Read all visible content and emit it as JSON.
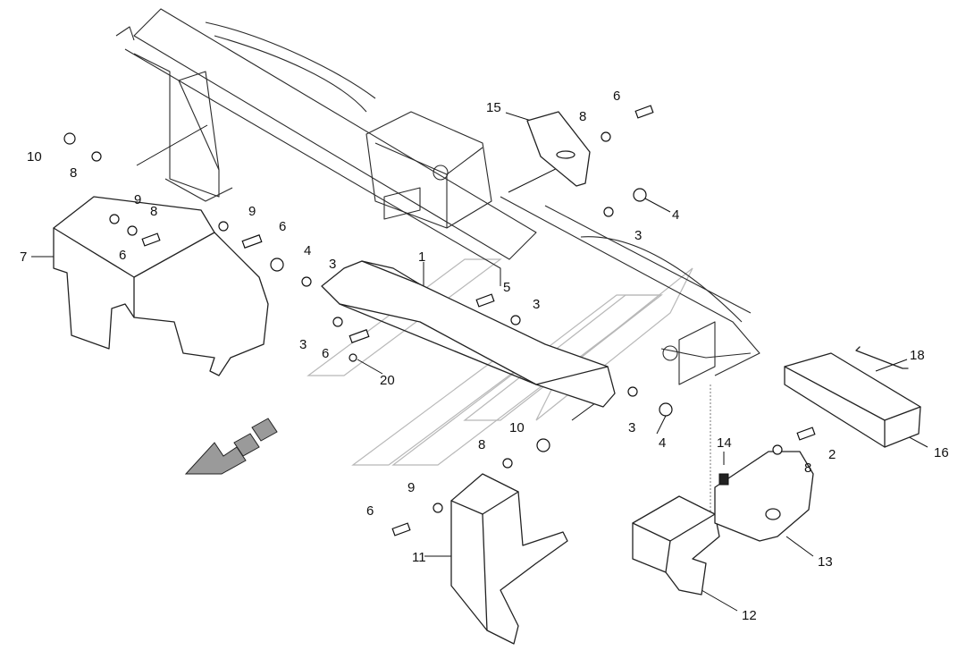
{
  "colors": {
    "line": "#222222",
    "watermark": "#b8b8b8",
    "background": "#ffffff",
    "arrow_fill": "#888888"
  },
  "callouts": {
    "c1": "1",
    "c2": "2",
    "c3a": "3",
    "c3b": "3",
    "c3c": "3",
    "c3d": "3",
    "c3e": "3",
    "c4a": "4",
    "c4b": "4",
    "c4c": "4",
    "c5": "5",
    "c6a": "6",
    "c6b": "6",
    "c6c": "6",
    "c6d": "6",
    "c6e": "6",
    "c7": "7",
    "c8a": "8",
    "c8b": "8",
    "c8c": "8",
    "c8d": "8",
    "c8e": "8",
    "c9a": "9",
    "c9b": "9",
    "c9c": "9",
    "c10a": "10",
    "c10b": "10",
    "c11": "11",
    "c12": "12",
    "c13": "13",
    "c14": "14",
    "c15": "15",
    "c16": "16",
    "c18": "18",
    "c20": "20"
  },
  "icons": {
    "direction_arrow": "direction-arrow-icon",
    "watermark": "watermark-logo"
  }
}
